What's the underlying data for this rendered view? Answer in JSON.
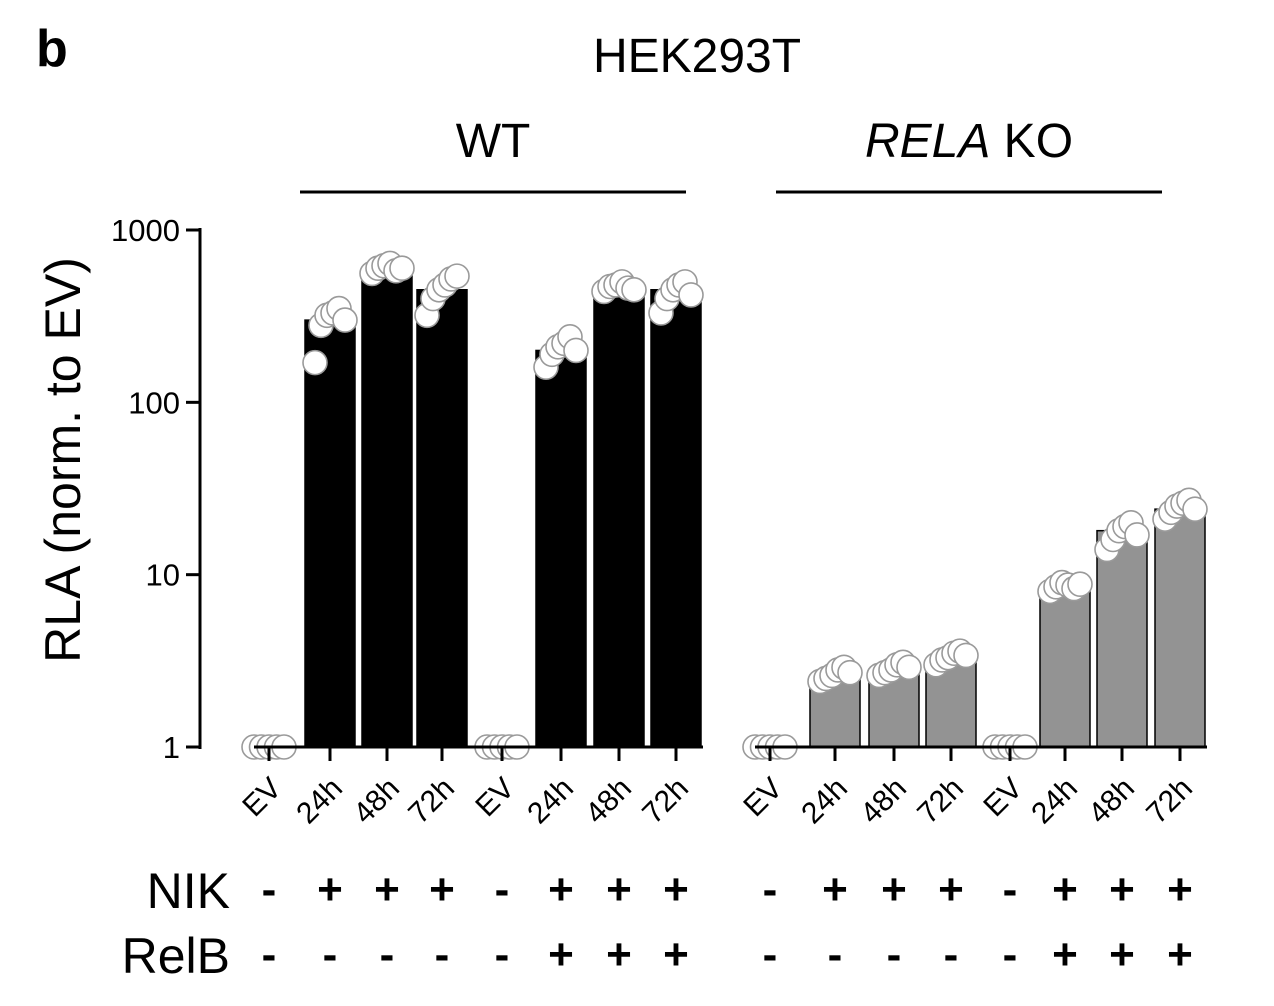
{
  "panel_label": "b",
  "chart_data": {
    "type": "bar",
    "title": "HEK293T",
    "groups": [
      {
        "label_parts": [
          {
            "text": "WT",
            "italic": false
          }
        ],
        "color": "#000000"
      },
      {
        "label_parts": [
          {
            "text": "RELA",
            "italic": true
          },
          {
            "text": " KO",
            "italic": false
          }
        ],
        "color": "#939393"
      }
    ],
    "ylabel": "RLA (norm. to EV)",
    "yscale": "log",
    "ylim": [
      1,
      1000
    ],
    "yticks": [
      1,
      10,
      100,
      1000
    ],
    "ytick_labels": [
      "1",
      "10",
      "100",
      "1000"
    ],
    "categories": [
      "EV",
      "24h",
      "48h",
      "72h",
      "EV",
      "24h",
      "48h",
      "72h",
      "EV",
      "24h",
      "48h",
      "72h",
      "EV",
      "24h",
      "48h",
      "72h"
    ],
    "values": [
      1,
      300,
      600,
      450,
      1,
      200,
      470,
      450,
      1,
      2.6,
      2.8,
      3.2,
      1,
      8.5,
      18,
      24
    ],
    "points": [
      [
        1,
        1,
        1,
        1,
        1
      ],
      [
        170,
        280,
        320,
        330,
        350,
        300
      ],
      [
        560,
        600,
        620,
        640,
        580,
        600
      ],
      [
        320,
        400,
        450,
        480,
        520,
        540
      ],
      [
        1,
        1,
        1,
        1,
        1
      ],
      [
        160,
        190,
        210,
        220,
        240,
        200
      ],
      [
        440,
        470,
        480,
        500,
        460,
        450
      ],
      [
        330,
        400,
        450,
        480,
        500,
        420
      ],
      [
        1,
        1,
        1,
        1,
        1
      ],
      [
        2.4,
        2.5,
        2.6,
        2.8,
        2.9,
        2.7
      ],
      [
        2.6,
        2.7,
        2.8,
        3.0,
        3.1,
        2.9
      ],
      [
        3.0,
        3.2,
        3.3,
        3.5,
        3.6,
        3.4
      ],
      [
        1,
        1,
        1,
        1,
        1
      ],
      [
        8.0,
        8.5,
        9.0,
        8.7,
        8.3,
        8.8
      ],
      [
        14,
        16,
        18,
        19,
        20,
        17
      ],
      [
        21,
        23,
        25,
        26,
        27,
        24
      ]
    ],
    "rows": [
      {
        "label": "NIK",
        "values": [
          "-",
          "+",
          "+",
          "+",
          "-",
          "+",
          "+",
          "+",
          "-",
          "+",
          "+",
          "+",
          "-",
          "+",
          "+",
          "+"
        ]
      },
      {
        "label": "RelB",
        "values": [
          "-",
          "-",
          "-",
          "-",
          "-",
          "+",
          "+",
          "+",
          "-",
          "-",
          "-",
          "-",
          "-",
          "+",
          "+",
          "+"
        ]
      }
    ]
  }
}
